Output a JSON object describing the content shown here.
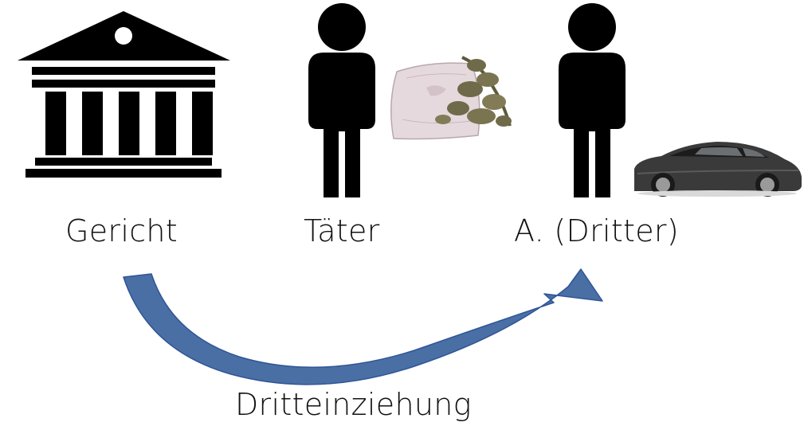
{
  "labels": {
    "court": "Gericht",
    "offender": "Täter",
    "third_party": "A. (Dritter)",
    "arrow": "Dritteinziehung"
  },
  "icons": {
    "court": "courthouse-icon",
    "offender": "person-icon",
    "third_party": "person-icon",
    "drugs": "cannabis-bag-image",
    "car": "sports-car-image"
  },
  "colors": {
    "silhouette": "#000000",
    "arrow_fill": "#4a6fa5",
    "arrow_stroke": "#2f5597",
    "car_body": "#3a3a3a",
    "bag": "#e6d9dd",
    "herb": "#6f6a4a"
  }
}
